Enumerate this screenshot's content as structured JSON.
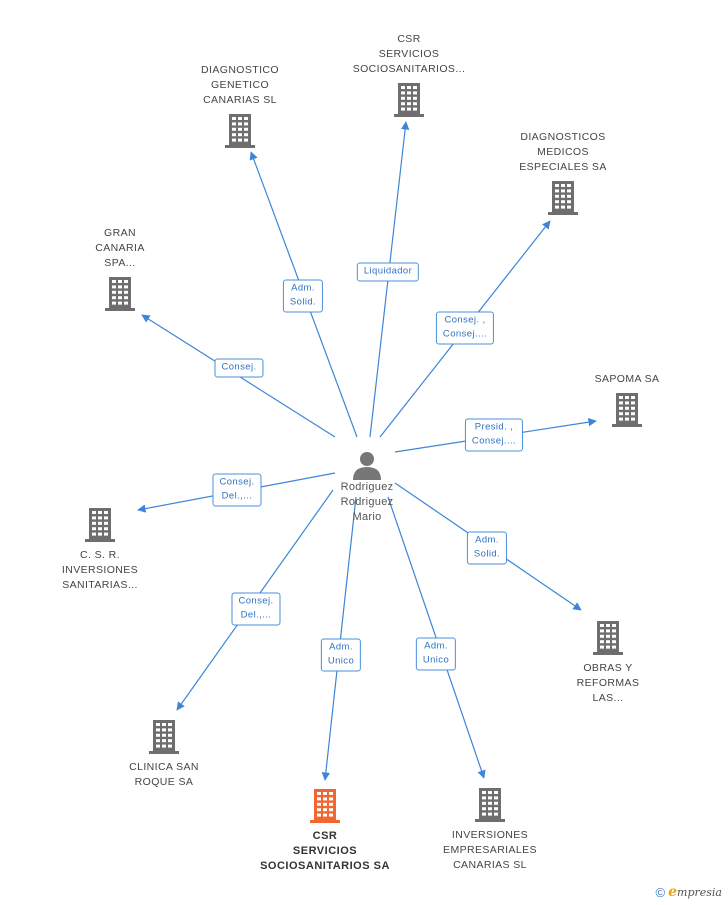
{
  "center": {
    "name_lines": [
      "Rodriguez",
      "Rodriguez",
      "Mario"
    ],
    "icon": "person-icon"
  },
  "companies": [
    {
      "id": "diagnostico-genetico",
      "lines": [
        "DIAGNOSTICO",
        "GENETICO",
        "CANARIAS SL"
      ],
      "label_above": true,
      "highlight": false
    },
    {
      "id": "csr-servicios-top",
      "lines": [
        "CSR",
        "SERVICIOS",
        "SOCIOSANITARIOS..."
      ],
      "label_above": true,
      "highlight": false
    },
    {
      "id": "diagnosticos-medicos",
      "lines": [
        "DIAGNOSTICOS",
        "MEDICOS",
        "ESPECIALES SA"
      ],
      "label_above": true,
      "highlight": false
    },
    {
      "id": "gran-canaria-spa",
      "lines": [
        "GRAN",
        "CANARIA",
        "SPA..."
      ],
      "label_above": true,
      "highlight": false
    },
    {
      "id": "sapoma",
      "lines": [
        "SAPOMA SA"
      ],
      "label_above": true,
      "highlight": false
    },
    {
      "id": "csr-inversiones",
      "lines": [
        "C. S. R.",
        "INVERSIONES",
        "SANITARIAS..."
      ],
      "label_above": false,
      "highlight": false
    },
    {
      "id": "obras-reformas",
      "lines": [
        "OBRAS Y",
        "REFORMAS",
        "LAS..."
      ],
      "label_above": false,
      "highlight": false
    },
    {
      "id": "clinica-san-roque",
      "lines": [
        "CLINICA SAN",
        "ROQUE SA"
      ],
      "label_above": false,
      "highlight": false
    },
    {
      "id": "csr-servicios-main",
      "lines": [
        "CSR",
        "SERVICIOS",
        "SOCIOSANITARIOS SA"
      ],
      "label_above": false,
      "highlight": true
    },
    {
      "id": "inversiones-empresariales",
      "lines": [
        "INVERSIONES",
        "EMPRESARIALES",
        "CANARIAS SL"
      ],
      "label_above": false,
      "highlight": false
    }
  ],
  "edges": [
    {
      "to": "diagnostico-genetico",
      "label": [
        "Adm.",
        "Solid."
      ]
    },
    {
      "to": "csr-servicios-top",
      "label": [
        "Liquidador"
      ]
    },
    {
      "to": "diagnosticos-medicos",
      "label": [
        "Consej. ,",
        "Consej...."
      ]
    },
    {
      "to": "gran-canaria-spa",
      "label": [
        "Consej."
      ]
    },
    {
      "to": "sapoma",
      "label": [
        "Presid. ,",
        "Consej...."
      ]
    },
    {
      "to": "csr-inversiones",
      "label": [
        "Consej.",
        "Del.,..."
      ]
    },
    {
      "to": "obras-reformas",
      "label": [
        "Adm.",
        "Solid."
      ]
    },
    {
      "to": "clinica-san-roque",
      "label": [
        "Consej.",
        "Del.,..."
      ]
    },
    {
      "to": "csr-servicios-main",
      "label": [
        "Adm.",
        "Unico"
      ]
    },
    {
      "to": "inversiones-empresariales",
      "label": [
        "Adm.",
        "Unico"
      ]
    }
  ],
  "colors": {
    "edge": "#3d85d8",
    "building": "#6e6e6e",
    "building_highlight": "#f2662f",
    "person": "#777777"
  },
  "footer": {
    "copyright_symbol": "©",
    "brand_initial": "e",
    "brand_rest": "mpresia"
  }
}
